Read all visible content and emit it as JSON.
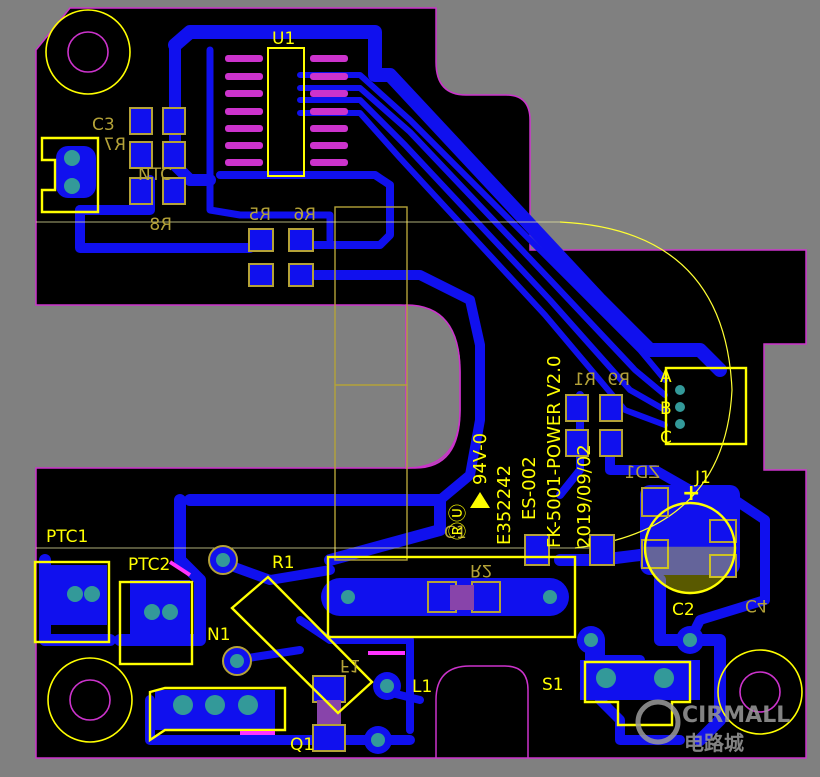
{
  "colors": {
    "background": "#808080",
    "board": "#000000",
    "outline": "#cc33cc",
    "copper": "#1010ee",
    "silk": "#ffff00",
    "overlay": "#b4a238",
    "drill": "#339999",
    "pad_mark": "#ff33ff",
    "watermark": "#9a9a9a"
  },
  "board": {
    "title": "FK-5001-POWER V2.0",
    "date": "2019/09/02",
    "part_no": "ES-002",
    "cert_code": "E352242",
    "rating": "94V-0",
    "cert_mark": "ⓇⓊ",
    "channels": [
      "A",
      "B",
      "C"
    ]
  },
  "components": {
    "u1": "U1",
    "c3": "C3",
    "r7": "R7",
    "ntc": "NTC",
    "r8": "R8",
    "r5": "R5",
    "r6": "R6",
    "r1": "R1",
    "r9": "R9",
    "zd1": "ZD1",
    "j1": "J1",
    "ptc1": "PTC1",
    "ptc2": "PTC2",
    "r1_big": "R1",
    "r2": "R2",
    "n1": "N1",
    "f1": "F1",
    "l1": "L1",
    "q1": "Q1",
    "s1": "S1",
    "c2": "C2",
    "c4": "C4",
    "c1": "C1",
    "plus": "+"
  },
  "watermark": {
    "brand": "CIRMALL",
    "brand_cn": "电路城"
  }
}
